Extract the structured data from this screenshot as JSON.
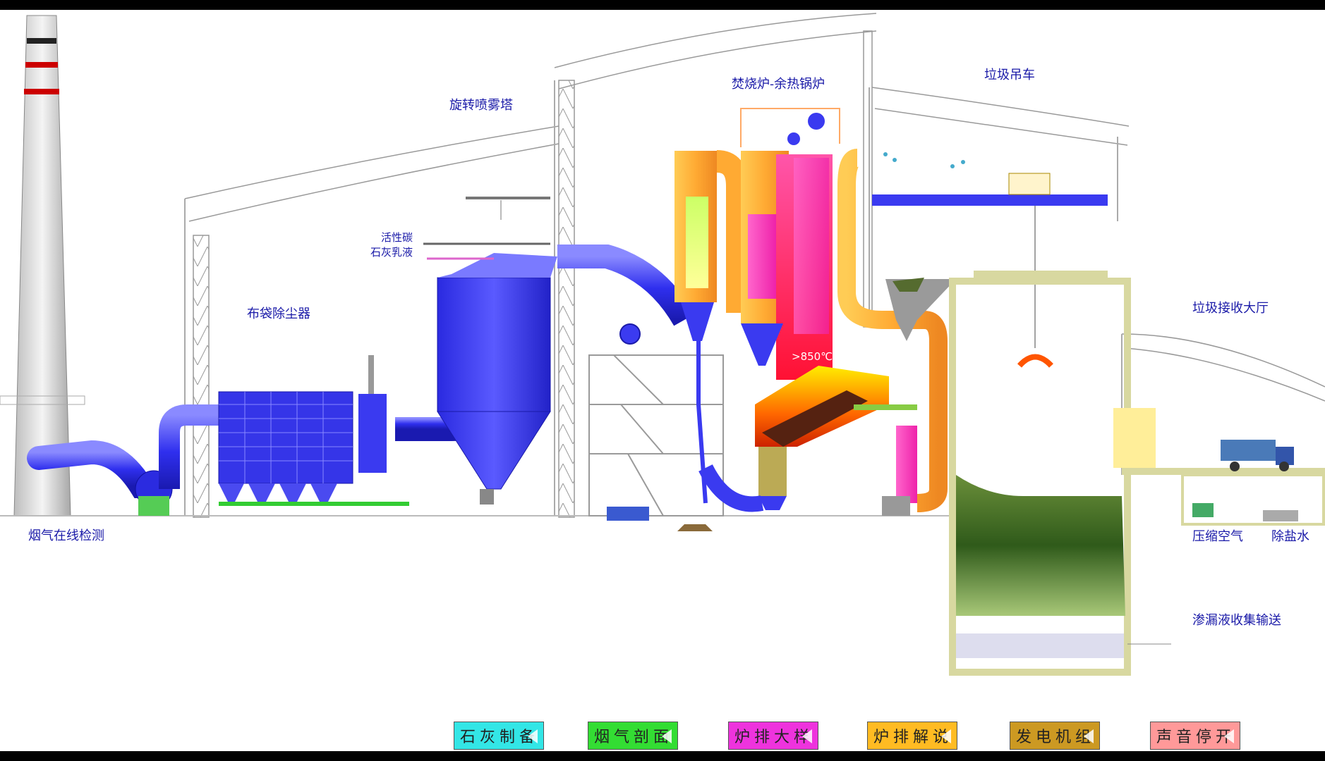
{
  "labels": {
    "chimney_monitor": "烟气在线检测",
    "bag_filter": "布袋除尘器",
    "spray_tower": "旋转喷雾塔",
    "activated_carbon": "活性碳",
    "lime_slurry": "石灰乳液",
    "incinerator_boiler": "焚烧炉-余热锅炉",
    "garbage_crane": "垃圾吊车",
    "reception_hall": "垃圾接收大厅",
    "compressed_air": "压缩空气",
    "demin_water": "除盐水",
    "leachate": "渗漏液收集输送",
    "furnace_temp": ">850℃"
  },
  "nav_buttons": [
    {
      "label": "石灰制备",
      "color": "#33e6e6"
    },
    {
      "label": "烟气剖面",
      "color": "#33dd33"
    },
    {
      "label": "炉排大样",
      "color": "#ee33dd"
    },
    {
      "label": "炉排解说",
      "color": "#ffbb22"
    },
    {
      "label": "发电机组",
      "color": "#cc9922"
    },
    {
      "label": "声音停开",
      "color": "#ff9999"
    }
  ],
  "colors": {
    "duct_blue": "#3b3bf0",
    "boiler_orange": "#ffaa33",
    "furnace_red": "#ff2244",
    "structure_gray": "#c0c0c0",
    "label_blue": "#1a1aa8",
    "beige_wall": "#d8d8a0"
  }
}
